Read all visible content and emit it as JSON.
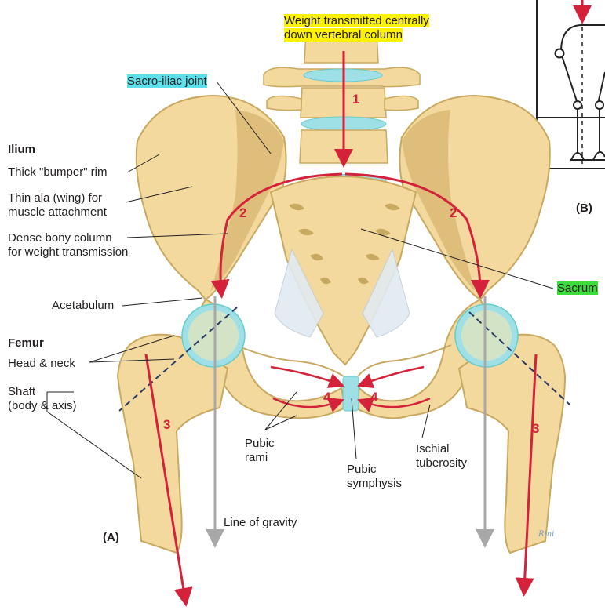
{
  "labels": {
    "weight_line1": "Weight transmitted centrally",
    "weight_line2": "down vertebral column",
    "sacroiliac": "Sacro-iliac joint",
    "ilium": "Ilium",
    "bumper": "Thick \"bumper\" rim",
    "ala_line1": "Thin ala (wing) for",
    "ala_line2": "muscle attachment",
    "dense_line1": "Dense bony column",
    "dense_line2": "for weight transmission",
    "acetabulum": "Acetabulum",
    "femur": "Femur",
    "head_neck": "Head & neck",
    "shaft_line1": "Shaft",
    "shaft_line2": "(body & axis)",
    "pubic_rami_line1": "Pubic",
    "pubic_rami_line2": "rami",
    "pubic_symphysis_line1": "Pubic",
    "pubic_symphysis_line2": "symphysis",
    "ischial_line1": "Ischial",
    "ischial_line2": "tuberosity",
    "sacrum": "Sacrum",
    "line_of_gravity": "Line of gravity",
    "panel_a": "(A)",
    "panel_b": "(B)",
    "signature": "Rini"
  },
  "numbers": {
    "n1": "1",
    "n2_left": "2",
    "n2_right": "2",
    "n3_left": "3",
    "n3_right": "3",
    "n4_left": "4",
    "n4_right": "4"
  },
  "colors": {
    "bone": "#f3d99e",
    "bone_dark": "#d9b873",
    "cartilage": "#9fe0e6",
    "arrow_red": "#d3223a",
    "gravity_gray": "#a8a8a8",
    "ligament": "#e2eaf2"
  }
}
